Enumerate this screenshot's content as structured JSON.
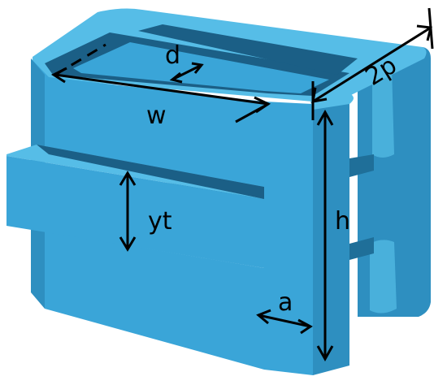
{
  "diagram": {
    "colors": {
      "front": "#3aa5d8",
      "top": "#56bde7",
      "side": "#2e8fc0",
      "shadow": "#1f6f99",
      "dark_slot": "#1b5f86",
      "edge": "#0d3f5c",
      "dimension": "#000000"
    },
    "labels": {
      "d": "d",
      "w": "w",
      "yt": "yt",
      "h": "h",
      "a": "a",
      "two_p": "2p"
    }
  }
}
